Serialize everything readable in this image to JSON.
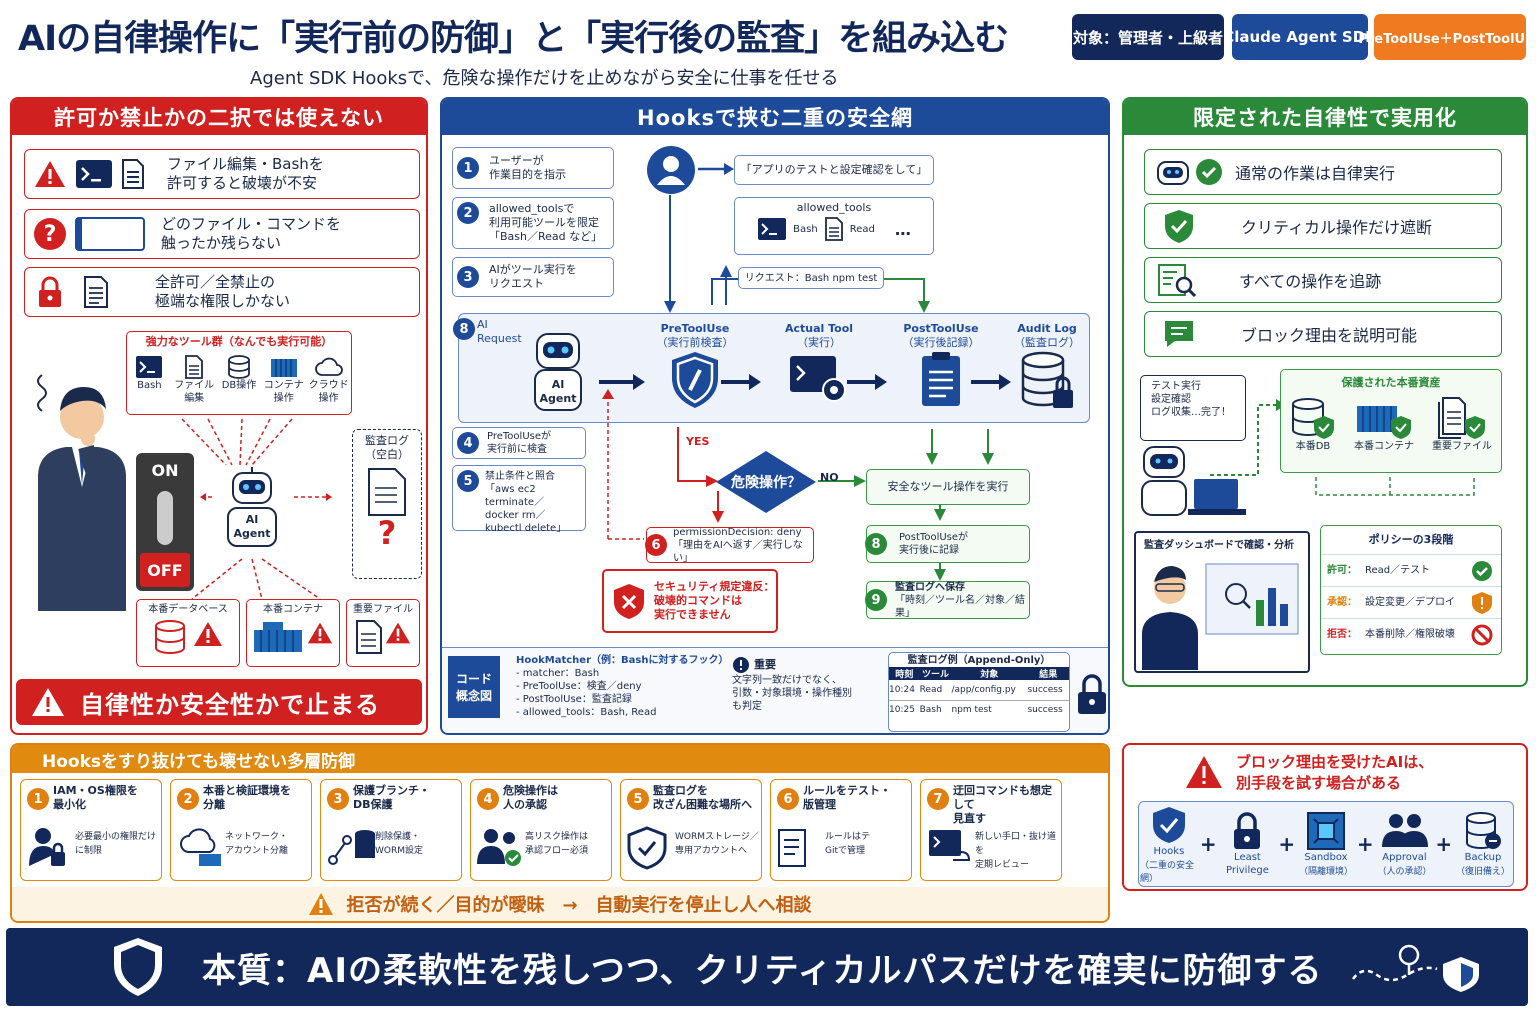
{
  "header": {
    "title": "AIの自律操作に「実行前の防御」と「実行後の監査」を組み込む",
    "subtitle": "Agent SDK Hooksで、危険な操作だけを止めながら安全に仕事を任せる",
    "tags": [
      "対象：管理者・上級者",
      "Claude Agent SDK",
      "PreToolUse＋PostToolUse"
    ]
  },
  "left": {
    "heading": "許可か禁止かの二択では使えない",
    "cards": [
      {
        "line1": "ファイル編集・Bashを",
        "line2": "許可すると破壊が不安"
      },
      {
        "line1": "どのファイル・コマンドを",
        "line2": "触ったか残らない"
      },
      {
        "line1": "全許可／全禁止の",
        "line2": "極端な権限しかない"
      }
    ],
    "tools_title": "強力なツール群（なんでも実行可能）",
    "tools": [
      {
        "line1": "Bash",
        "line2": ""
      },
      {
        "line1": "ファイル",
        "line2": "編集"
      },
      {
        "line1": "DB操作",
        "line2": ""
      },
      {
        "line1": "コンテナ",
        "line2": "操作"
      },
      {
        "line1": "クラウド",
        "line2": "操作"
      }
    ],
    "switch_on": "ON",
    "switch_off": "OFF",
    "agent_label_1": "AI",
    "agent_label_2": "Agent",
    "audit_log_1": "監査ログ",
    "audit_log_2": "（空白）",
    "targets": [
      "本番データベース",
      "本番コンテナ",
      "重要ファイル"
    ],
    "banner": "自律性か安全性かで止まる"
  },
  "center": {
    "heading": "Hooksで挟む二重の安全網",
    "step1_1": "ユーザーが",
    "step1_2": "作業目的を指示",
    "step2_1": "allowed_toolsで",
    "step2_2": "利用可能ツールを限定",
    "step2_3": "「Bash／Read など」",
    "step3_1": "AIがツール実行を",
    "step3_2": "リクエスト",
    "speech": "「アプリのテストと設定確認をして」",
    "allowed_title": "allowed_tools",
    "allowed_bash": "Bash",
    "allowed_read": "Read",
    "allowed_more": "…",
    "request": "リクエスト：Bash npm test",
    "pipe": [
      {
        "line1": "AI",
        "line2": "Request"
      },
      {
        "line1": "PreToolUse",
        "line2": "（実行前検査）"
      },
      {
        "line1": "Actual Tool",
        "line2": "（実行）"
      },
      {
        "line1": "PostToolUse",
        "line2": "（実行後記録）"
      },
      {
        "line1": "Audit Log",
        "line2": "（監査ログ）"
      }
    ],
    "pipe_num": "8",
    "agent_1": "AI",
    "agent_2": "Agent",
    "step4_1": "PreToolUseが",
    "step4_2": "実行前に検査",
    "step5_1": "禁止条件と照合",
    "step5_2": "「aws ec2 terminate／",
    "step5_3": "docker rm／",
    "step5_4": "kubectl delete」",
    "yes": "YES",
    "no": "NO",
    "decision": "危険操作？",
    "step6_1": "permissionDecision: deny",
    "step6_2": "「理由をAIへ返す／実行しない」",
    "violation_1": "セキュリティ規定違反：",
    "violation_2": "破壊的コマンドは",
    "violation_3": "実行できません",
    "safe_exec": "安全なツール操作を実行",
    "step8_1": "PostToolUseが",
    "step8_2": "実行後に記録",
    "step9_1": "監査ログへ保存",
    "step9_2": "「時刻／ツール名／対象／結果」",
    "concept_1": "コード",
    "concept_2": "概念図",
    "matcher_title": "HookMatcher（例：Bashに対するフック）",
    "matcher_lines": [
      "- matcher：Bash",
      "- PreToolUse：検査／deny",
      "- PostToolUse：監査記録",
      "- allowed_tools：Bash, Read"
    ],
    "important_title": "重要",
    "important_lines": [
      "文字列一致だけでなく、",
      "引数・対象環境・操作種別",
      "も判定"
    ],
    "log_title": "監査ログ例（Append-Only）",
    "log_headers": [
      "時刻",
      "ツール",
      "対象",
      "結果"
    ],
    "log_rows": [
      [
        "10:24",
        "Read",
        "/app/config.py",
        "success"
      ],
      [
        "10:25",
        "Bash",
        "npm test",
        "success"
      ]
    ]
  },
  "right": {
    "heading": "限定された自律性で実用化",
    "items": [
      "通常の作業は自律実行",
      "クリティカル操作だけ遮断",
      "すべての操作を追跡",
      "ブロック理由を説明可能"
    ],
    "bubble": [
      "テスト実行",
      "設定確認",
      "ログ収集…完了！"
    ],
    "assets_title": "保護された本番資産",
    "assets": [
      "本番DB",
      "本番コンテナ",
      "重要ファイル"
    ],
    "dashboard": "監査ダッシュボードで確認・分析",
    "policy_title": "ポリシーの3段階",
    "policy": [
      {
        "label": "許可：",
        "value": "Read／テスト",
        "color": "#2a8a3a"
      },
      {
        "label": "承認：",
        "value": "設定変更／デプロイ",
        "color": "#e08010"
      },
      {
        "label": "拒否：",
        "value": "本番削除／権限破壊",
        "color": "#d02020"
      }
    ]
  },
  "bottom": {
    "heading": "Hooksをすり抜けても壊せない多層防御",
    "items": [
      {
        "n": "1",
        "t1": "IAM・OS権限を",
        "t2": "最小化",
        "d1": "必要最小の権限だけ",
        "d2": "に制限"
      },
      {
        "n": "2",
        "t1": "本番と検証環境を",
        "t2": "分離",
        "d1": "ネットワーク・",
        "d2": "アカウント分離"
      },
      {
        "n": "3",
        "t1": "保護ブランチ・",
        "t2": "DB保護",
        "d1": "削除保護・",
        "d2": "WORM設定"
      },
      {
        "n": "4",
        "t1": "危険操作は",
        "t2": "人の承認",
        "d1": "高リスク操作は",
        "d2": "承認フロー必須"
      },
      {
        "n": "5",
        "t1": "監査ログを",
        "t2": "改ざん困難な場所へ",
        "d1": "WORMストレージ／",
        "d2": "専用アカウントへ"
      },
      {
        "n": "6",
        "t1": "ルールをテスト・",
        "t2": "版管理",
        "d1": "ルールはテ",
        "d2": "Gitで管理"
      },
      {
        "n": "7",
        "t1": "迂回コマンドも想定して",
        "t2": "見直す",
        "d1": "新しい手口・抜け道を",
        "d2": "定期レビュー"
      }
    ],
    "warning": "拒否が続く／目的が曖昧　→　自動実行を停止し人へ相談"
  },
  "block": {
    "title_1": "ブロック理由を受けたAIは、",
    "title_2": "別手段を試す場合がある",
    "items": [
      {
        "t": "Hooks",
        "s": "（二重の安全網）"
      },
      {
        "t": "Least",
        "s": "Privilege"
      },
      {
        "t": "Sandbox",
        "s": "（隔離環境）"
      },
      {
        "t": "Approval",
        "s": "（人の承認）"
      },
      {
        "t": "Backup",
        "s": "（復旧備え）"
      }
    ]
  },
  "footer": {
    "text": "本質：AIの柔軟性を残しつつ、クリティカルパスだけを確実に防御する"
  },
  "colors": {
    "navy": "#12285a",
    "blue": "#1e4a9a",
    "red": "#d02020",
    "green": "#2a8a3a",
    "orange": "#e08010"
  }
}
